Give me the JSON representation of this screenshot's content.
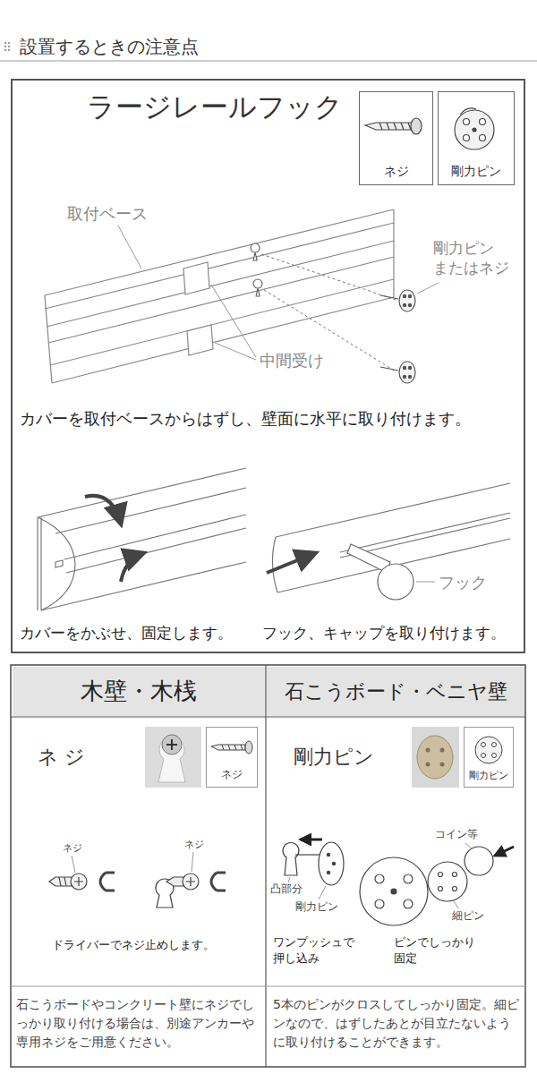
{
  "diagram": {
    "title": "設置するときの注意点",
    "nodes": [
      {
        "text": [
          "ラージレールフック"
        ]
      },
      {
        "text": [
          "ネジ"
        ],
        "in": 0
      },
      {
        "text": [
          "剛力ピン"
        ],
        "in": 0
      },
      {
        "text": [
          "木壁・木桟"
        ]
      },
      {
        "text": [
          "石こうボード・ベニヤ壁"
        ]
      },
      {
        "text": [
          "ネジ"
        ]
      },
      {
        "text": [
          "剛力ピン"
        ]
      }
    ],
    "labels": [
      "取付ベース",
      "剛力ピン またはネジ",
      "中間受け",
      "カバーを取付ベースからはずし、壁面に水平に取り付けます。",
      "フック",
      "カバーをかぶせ、固定します。",
      "フック、キャップを取り付けます。",
      "ネ ジ",
      "ネジ",
      "ネジ",
      "ドライバーでネジ止めします。",
      "石こうボードやコンクリート壁にネジでしっかり取り付ける場合は、別途アンカーや専用ネジをご用意ください。",
      "剛力ピン",
      "コイン等",
      "凸部分",
      "剛力ピン",
      "細ピン",
      "ワンプッシュで 押し込み",
      "ピンでしっかり 固定",
      "5本のピンがクロスしてしっかり固定。細ピンなので、はずしたあとが目立たないように取り付けることができます。"
    ]
  }
}
